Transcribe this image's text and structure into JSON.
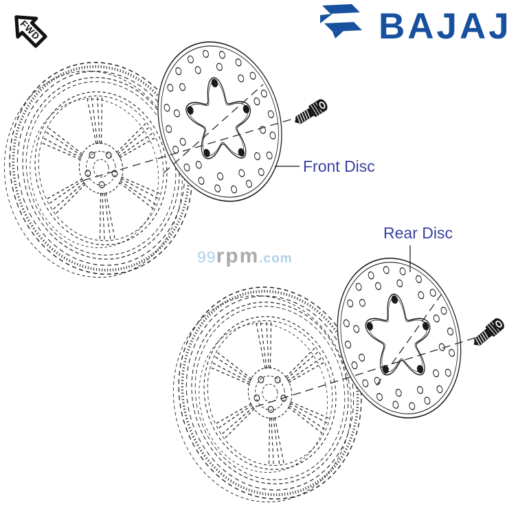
{
  "badge": {
    "label": "FWD"
  },
  "brand": {
    "wordmark": "BAJAJ",
    "color": "#17509e"
  },
  "watermark": {
    "part1": "99",
    "part2": "rpm",
    "part3": ".com",
    "blue": "#a9cfe9",
    "gray": "#a6a6a6"
  },
  "labels": {
    "front_disc": "Front Disc",
    "rear_disc": "Rear Disc",
    "color": "#3a3f9e"
  }
}
